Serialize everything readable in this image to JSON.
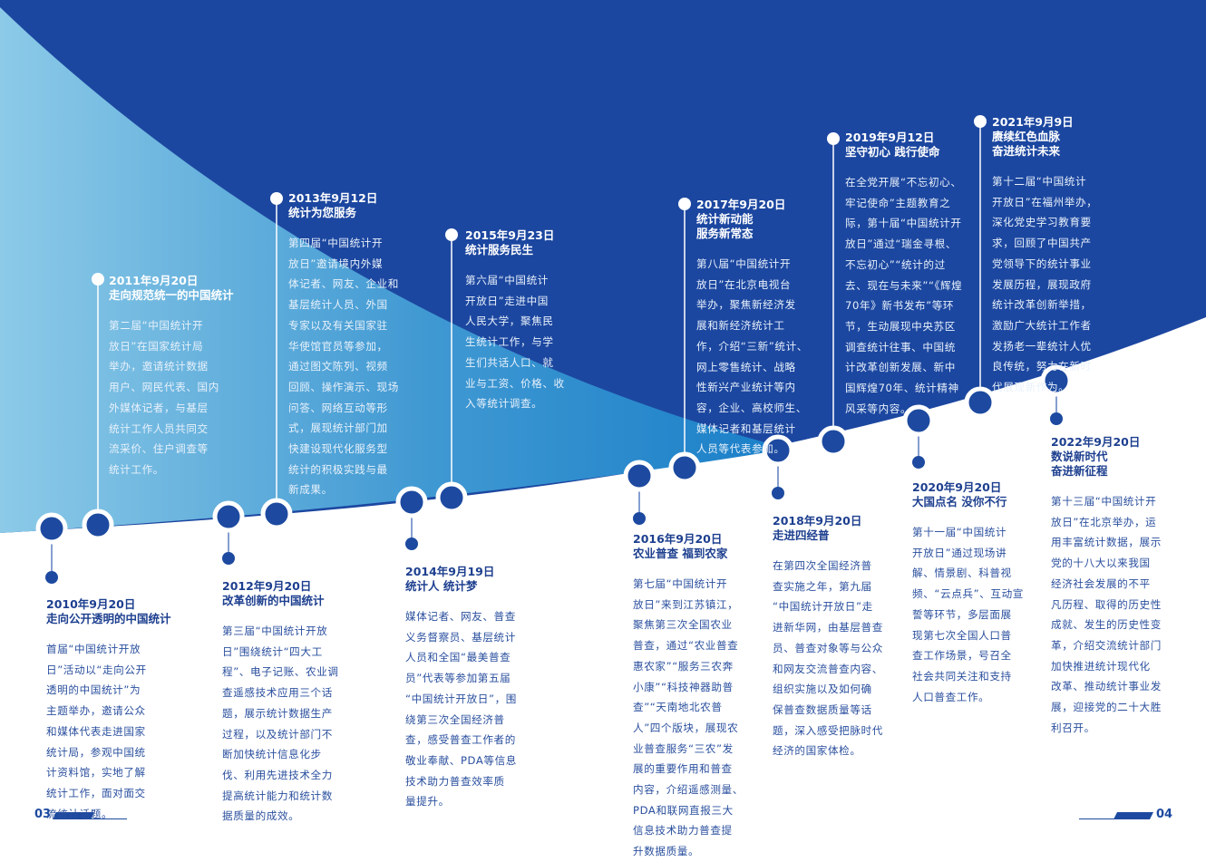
{
  "colors": {
    "dark_blue": "#1c47a0",
    "node_blue": "#1d4aa0",
    "light_blue_start": "#8ccae8",
    "light_blue_end": "#1a7fc8"
  },
  "page_numbers": {
    "left": "03",
    "right": "04"
  },
  "events": [
    {
      "date": "2010年9月20日",
      "title": [
        "走向公开透明的中国统计"
      ],
      "body": [
        "首届“中国统计开放",
        "日”活动以“走向公开",
        "透明的中国统计”为",
        "主题举办，邀请公众",
        "和媒体代表走进国家",
        "统计局，参观中国统",
        "计资料馆，实地了解",
        "统计工作，面对面交",
        "流统计话题。"
      ]
    },
    {
      "date": "2011年9月20日",
      "title": [
        "走向规范统一的中国统计"
      ],
      "body": [
        "第二届“中国统计开",
        "放日”在国家统计局",
        "举办，邀请统计数据",
        "用户、网民代表、国内",
        "外媒体记者，与基层",
        "统计工作人员共同交",
        "流采价、住户调查等",
        "统计工作。"
      ]
    },
    {
      "date": "2012年9月20日",
      "title": [
        "改革创新的中国统计"
      ],
      "body": [
        "第三届“中国统计开放",
        "日”围绕统计“四大工",
        "程”、电子记账、农业调",
        "查遥感技术应用三个话",
        "题，展示统计数据生产",
        "过程，以及统计部门不",
        "断加快统计信息化步",
        "伐、利用先进技术全力",
        "提高统计能力和统计数",
        "据质量的成效。"
      ]
    },
    {
      "date": "2013年9月12日",
      "title": [
        "统计为您服务"
      ],
      "body": [
        "第四届“中国统计开",
        "放日”邀请境内外媒",
        "体记者、网友、企业和",
        "基层统计人员、外国",
        "专家以及有关国家驻",
        "华使馆官员等参加，",
        "通过图文陈列、视频",
        "回顾、操作演示、现场",
        "问答、网络互动等形",
        "式，展现统计部门加",
        "快建设现代化服务型",
        "统计的积极实践与最",
        "新成果。"
      ]
    },
    {
      "date": "2014年9月19日",
      "title": [
        "统计人 统计梦"
      ],
      "body": [
        "媒体记者、网友、普查",
        "义务督察员、基层统计",
        "人员和全国“最美普查",
        "员”代表等参加第五届",
        "“中国统计开放日”，围",
        "绕第三次全国经济普",
        "查，感受普查工作者的",
        "敬业奉献、PDA等信息",
        "技术助力普查效率质",
        "量提升。"
      ]
    },
    {
      "date": "2015年9月23日",
      "title": [
        "统计服务民生"
      ],
      "body": [
        "第六届“中国统计",
        "开放日”走进中国",
        "人民大学，聚焦民",
        "生统计工作，与学",
        "生们共话人口、就",
        "业与工资、价格、收",
        "入等统计调查。"
      ]
    },
    {
      "date": "2016年9月20日",
      "title": [
        "农业普查 福到农家"
      ],
      "body": [
        "第七届“中国统计开",
        "放日”来到江苏镇江，",
        "聚焦第三次全国农业",
        "普查，通过“农业普查",
        "惠农家”“服务三农奔",
        "小康”“科技神器助普",
        "查”“天南地北农普",
        "人”四个版块，展现农",
        "业普查服务“三农”发",
        "展的重要作用和普查",
        "内容，介绍遥感测量、",
        "PDA和联网直报三大",
        "信息技术助力普查提",
        "升数据质量。"
      ]
    },
    {
      "date": "2017年9月20日",
      "title": [
        "统计新动能",
        "服务新常态"
      ],
      "body": [
        "第八届“中国统计开",
        "放日”在北京电视台",
        "举办，聚焦新经济发",
        "展和新经济统计工",
        "作，介绍“三新”统计、",
        "网上零售统计、战略",
        "性新兴产业统计等内",
        "容，企业、高校师生、",
        "媒体记者和基层统计",
        "人员等代表参加。"
      ]
    },
    {
      "date": "2018年9月20日",
      "title": [
        "走进四经普"
      ],
      "body": [
        "在第四次全国经济普",
        "查实施之年，第九届",
        "“中国统计开放日”走",
        "进新华网，由基层普查",
        "员、普查对象等与公众",
        "和网友交流普查内容、",
        "组织实施以及如何确",
        "保普查数据质量等话",
        "题，深入感受把脉时代",
        "经济的国家体检。"
      ]
    },
    {
      "date": "2019年9月12日",
      "title": [
        "坚守初心 践行使命"
      ],
      "body": [
        "在全党开展“不忘初心、",
        "牢记使命”主题教育之",
        "际，第十届“中国统计开",
        "放日”通过“瑞金寻根、",
        "不忘初心”“统计的过",
        "去、现在与未来”“《辉煌",
        "70年》新书发布”等环",
        "节，生动展现中央苏区",
        "调查统计往事、中国统",
        "计改革创新发展、新中",
        "国辉煌70年、统计精神",
        "风采等内容。"
      ]
    },
    {
      "date": "2020年9月20日",
      "title": [
        "大国点名 没你不行"
      ],
      "body": [
        "第十一届“中国统计",
        "开放日”通过现场讲",
        "解、情景剧、科普视",
        "频、“云点兵”、互动宣",
        "誓等环节，多层面展",
        "现第七次全国人口普",
        "查工作场景，号召全",
        "社会共同关注和支持",
        "人口普查工作。"
      ]
    },
    {
      "date": "2021年9月9日",
      "title": [
        "赓续红色血脉",
        "奋进统计未来"
      ],
      "body": [
        "第十二届“中国统计",
        "开放日”在福州举办，",
        "深化党史学习教育要",
        "求，回顾了中国共产",
        "党领导下的统计事业",
        "发展历程，展现政府",
        "统计改革创新举措，",
        "激励广大统计工作者",
        "发扬老一辈统计人优",
        "良传统，努力在新时",
        "代展现新作为。"
      ]
    },
    {
      "date": "2022年9月20日",
      "title": [
        "数说新时代",
        "奋进新征程"
      ],
      "body": [
        "第十三届“中国统计开",
        "放日”在北京举办，运",
        "用丰富统计数据，展示",
        "党的十八大以来我国",
        "经济社会发展的不平",
        "凡历程、取得的历史性",
        "成就、发生的历史性变",
        "革，介绍交流统计部门",
        "加快推进统计现代化",
        "改革、推动统计事业发",
        "展，迎接党的二十大胜",
        "利召开。"
      ]
    }
  ]
}
